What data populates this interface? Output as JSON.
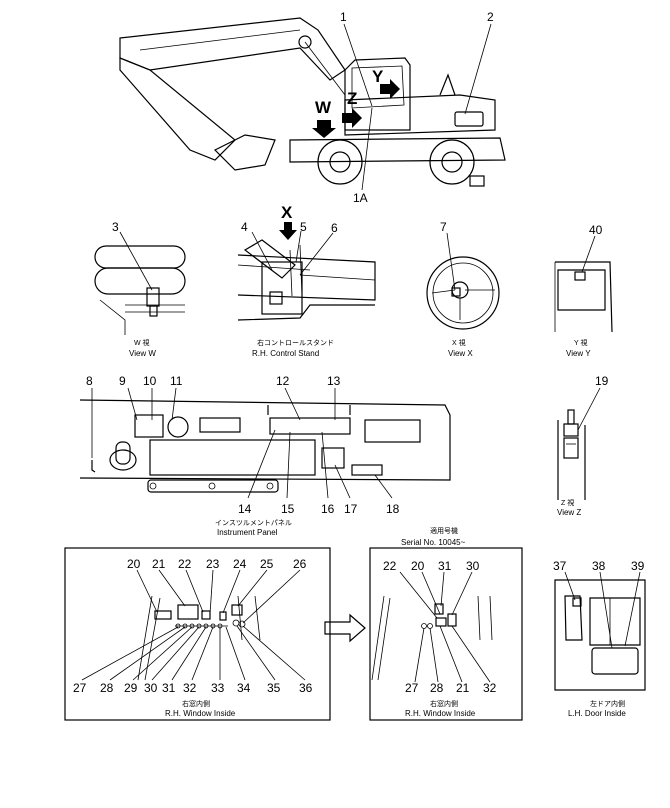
{
  "views": {
    "main": {
      "label_w": "W",
      "label_y": "Y",
      "label_z": "Z"
    },
    "view_w": {
      "jp": "W 視",
      "en": "View W"
    },
    "control_stand": {
      "jp": "右コントロールスタンド",
      "en": "R.H. Control Stand",
      "label_x": "X"
    },
    "view_x": {
      "jp": "X 視",
      "en": "View X"
    },
    "view_y": {
      "jp": "Y 視",
      "en": "View Y"
    },
    "instrument_panel": {
      "jp": "インスツルメントパネル",
      "en": "Instrument Panel"
    },
    "view_z": {
      "jp": "Z 視",
      "en": "View Z"
    },
    "rh_window_1": {
      "jp": "右窓内側",
      "en": "R.H. Window Inside"
    },
    "serial": {
      "jp": "適用号機",
      "en": "Serial No. 10045~"
    },
    "rh_window_2": {
      "jp": "右窓内側",
      "en": "R.H. Window Inside"
    },
    "lh_door": {
      "jp": "左ドア内側",
      "en": "L.H. Door Inside"
    }
  },
  "callouts": {
    "c1": "1",
    "c2": "2",
    "c1a": "1A",
    "c3": "3",
    "c4": "4",
    "c5": "5",
    "c6": "6",
    "c7": "7",
    "c40": "40",
    "c8": "8",
    "c9": "9",
    "c10": "10",
    "c11": "11",
    "c12": "12",
    "c13": "13",
    "c14": "14",
    "c15": "15",
    "c16": "16",
    "c17": "17",
    "c18": "18",
    "c19": "19",
    "p1": [
      "20",
      "21",
      "22",
      "23",
      "24",
      "25",
      "26"
    ],
    "p1b": [
      "27",
      "28",
      "29",
      "30",
      "31",
      "32",
      "33",
      "34",
      "35",
      "36"
    ],
    "p2t": [
      "22",
      "20",
      "31",
      "30"
    ],
    "p2b": [
      "27",
      "28",
      "21",
      "32"
    ],
    "p3": [
      "37",
      "38",
      "39"
    ]
  }
}
